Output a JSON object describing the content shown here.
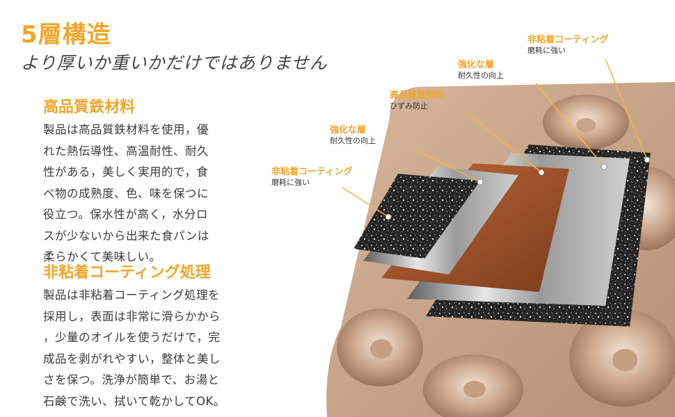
{
  "header": {
    "title": "5層構造",
    "subtitle": "より厚いか重いかだけではありません"
  },
  "sections": [
    {
      "heading": "高品質鉄材料",
      "lines": [
        "製品は高品質鉄材料を使用，優",
        "れた熱伝導性、高温耐性、耐久",
        "性がある，美しく実用的で，食",
        "べ物の成熟度、色、味を保つに",
        "役立つ。保水性が高く，水分ロ",
        "スが少ないから出来た食パンは",
        "柔らかくて美味しい。"
      ]
    },
    {
      "heading": "非粘着コーティング処理",
      "lines": [
        "製品は非粘着コーティング処理を",
        "採用し，表面は非常に滑らかから",
        "，少量のオイルを使うだけで，完",
        "成品を剥がれやすい，整体と美し",
        "さを保つ。洗浄が簡単で、お湯と",
        "石鹸で洗い、拭いて乾かしてOK。"
      ]
    }
  ],
  "layers": [
    {
      "title": "非粘着コーティング",
      "sub": "磨耗に強い"
    },
    {
      "title": "強化な層",
      "sub": "耐久性の向上"
    },
    {
      "title": "高品質鉄材料",
      "sub": "ひずみ防止"
    },
    {
      "title": "強化な層",
      "sub": "耐久性の向上"
    },
    {
      "title": "非粘着コーティング",
      "sub": "磨耗に強い"
    }
  ],
  "colors": {
    "accent": "#f0a52a",
    "text": "#3a3a3a",
    "pan": "#c9a78c",
    "steel": "#8a8a8a",
    "iron": "#a0522d",
    "coating": "#2a2a2a"
  }
}
